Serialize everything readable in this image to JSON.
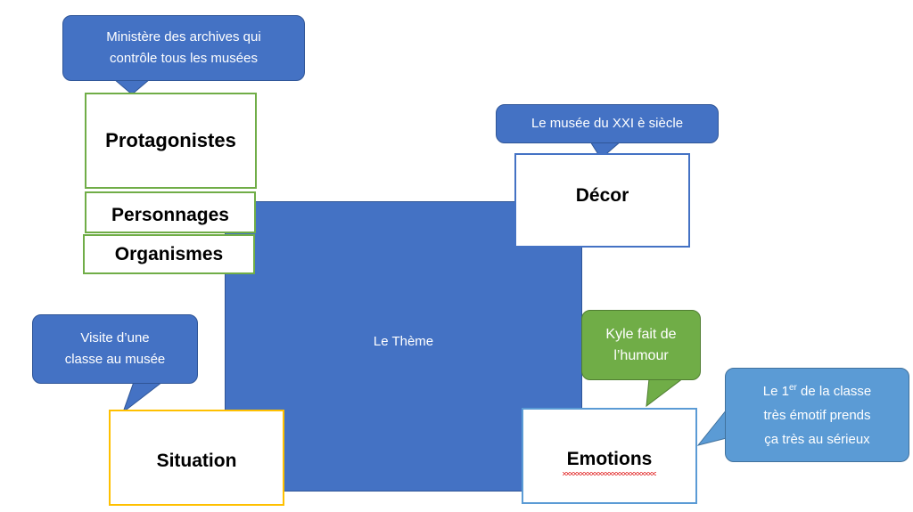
{
  "theme": {
    "label": "Le Thème"
  },
  "elements": {
    "protagonistes": "Protagonistes",
    "personnages": "Personnages",
    "organismes": "Organismes",
    "decor": "Décor",
    "situation": "Situation",
    "emotions": "Emotions"
  },
  "callouts": {
    "protagonistes_note": {
      "line1": "Ministère des archives qui",
      "line2": "contrôle tous les musées"
    },
    "decor_note": {
      "line1": "Le musée du XXI è siècle"
    },
    "situation_note": {
      "line1": "Visite d’une",
      "line2": "classe au musée"
    },
    "humour_note": {
      "line1": "Kyle fait de",
      "line2": "l’humour"
    },
    "emotions_note": {
      "prefix": "Le 1",
      "superscript": "er",
      "suffix": " de la classe",
      "line2": "très émotif prends",
      "line3": "ça très au sérieux"
    }
  },
  "colors": {
    "theme_blue": "#4472c4",
    "green": "#70ad47",
    "gold": "#ffc000",
    "light_blue": "#5b9bd5"
  }
}
